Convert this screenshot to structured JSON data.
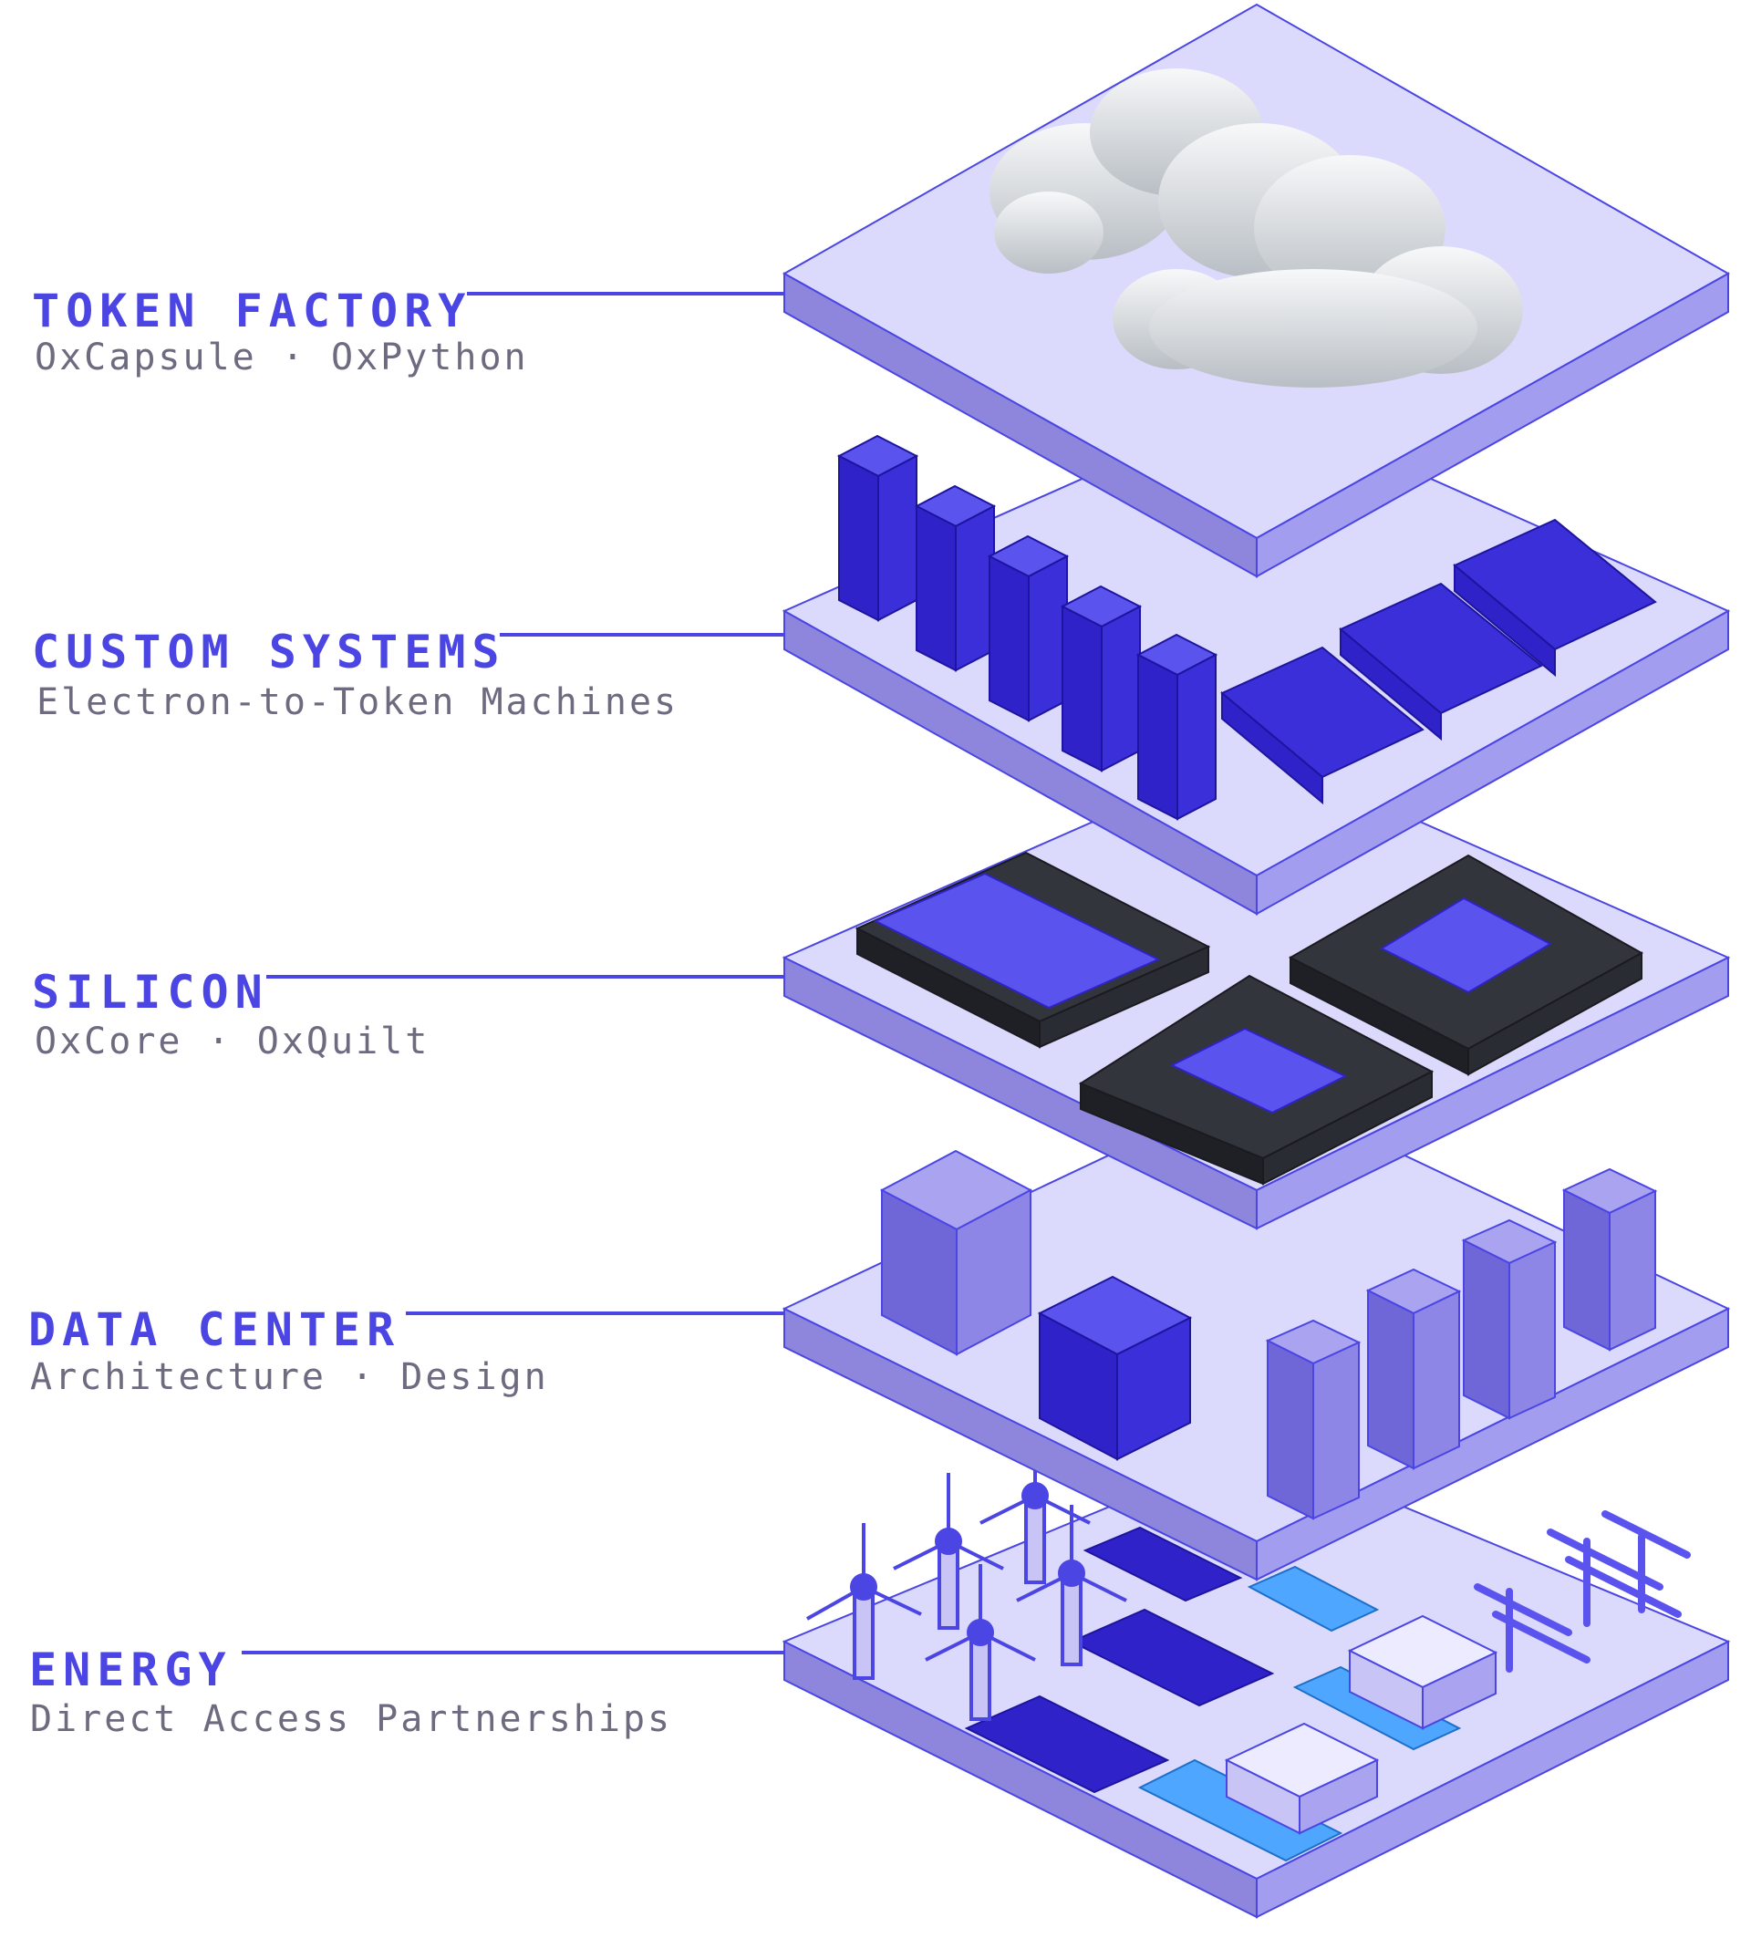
{
  "layers": [
    {
      "title": "TOKEN FACTORY",
      "subtitle": "OxCapsule · OxPython"
    },
    {
      "title": "CUSTOM SYSTEMS",
      "subtitle": "Electron-to-Token Machines"
    },
    {
      "title": "SILICON",
      "subtitle": "OxCore · OxQuilt"
    },
    {
      "title": "DATA CENTER",
      "subtitle": "Architecture · Design"
    },
    {
      "title": "ENERGY",
      "subtitle": "Direct Access Partnerships"
    }
  ],
  "colors": {
    "accent": "#4b45e3",
    "subtitle": "#6e6a80",
    "platform_top": "#dcdafc",
    "platform_side_left": "#8d86dc",
    "platform_side_right": "#a39df0",
    "equipment_dark": "#2f22c9",
    "equipment_light": "#5a53ee",
    "chip_package": "#33353d",
    "cloud": "#e3e6ea",
    "solar_water": "#4fa6ff"
  },
  "icons": [
    "cloud-icon",
    "server-rack-icon",
    "gpu-card-icon",
    "chip-icon",
    "building-icon",
    "wind-turbine-icon",
    "solar-panel-icon"
  ]
}
